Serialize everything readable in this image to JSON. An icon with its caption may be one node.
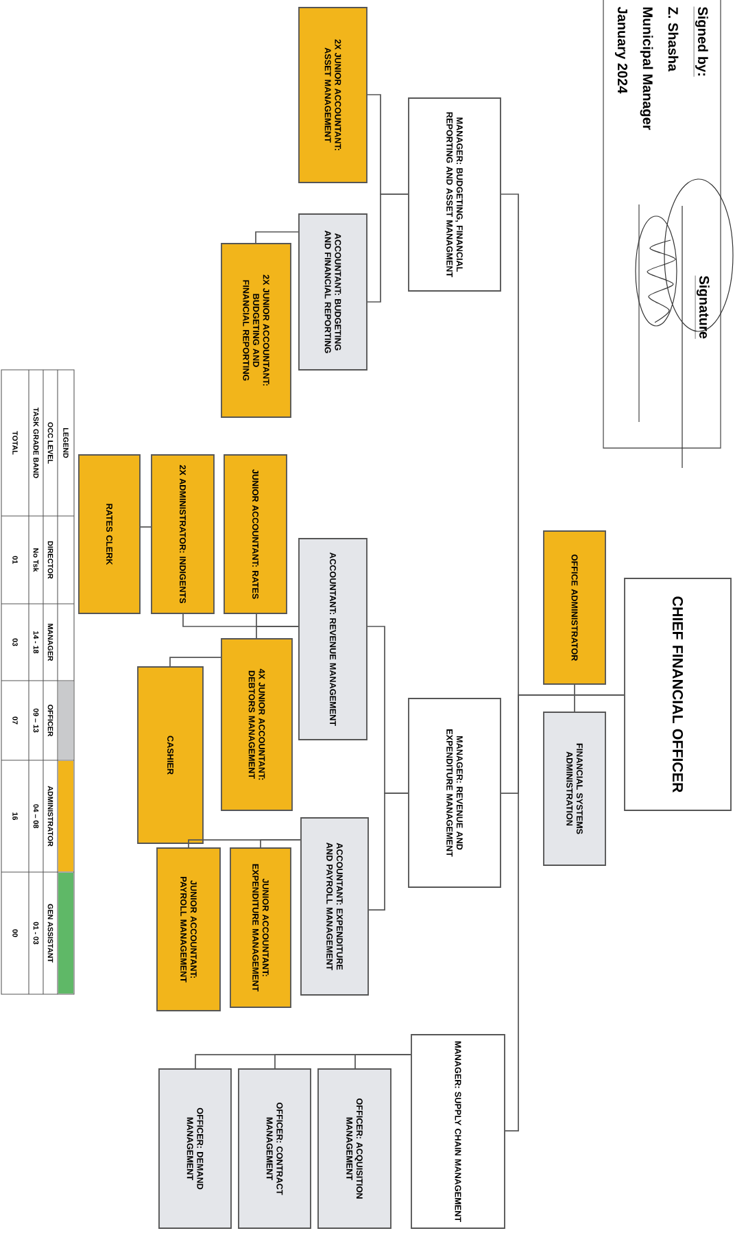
{
  "diagram": {
    "nodes": [
      {
        "text": [
          "CHIEF FINANCIAL OFFICER"
        ]
      },
      {
        "text": [
          "OFFICE ADMINISTRATOR"
        ]
      },
      {
        "text": [
          "FINANCIAL SYSTEMS ADMINISTRATION"
        ]
      },
      {
        "text": [
          "MANAGER: BUDGETING, FINANCIAL REPORTING AND ASSET MANAGMENT"
        ]
      },
      {
        "text": [
          "2X JUNIOR ACCOUNTANT: ASSET MANAGEMENT"
        ]
      },
      {
        "text": [
          "ACCOUNTANT: BUDGETING AND FINANCIAL REPORTING"
        ]
      },
      {
        "text": [
          "2X JUNIOR ACCOUNTANT: BUDGETING AND FINANCIAL REPORTING"
        ]
      },
      {
        "text": [
          "MANAGER: REVENUE AND EXPENDITURE MANAGEMENT"
        ]
      },
      {
        "text": [
          "ACCOUNTANT: REVENUE MANAGEMENT"
        ]
      },
      {
        "text": [
          "JUNIOR ACCOUNTANT: RATES"
        ]
      },
      {
        "text": [
          "2X ADMINISTRATOR: INDIGENTS"
        ]
      },
      {
        "text": [
          "RATES CLERK"
        ]
      },
      {
        "text": [
          "4X JUNIOR ACCOUNTANT: DEBTORS MANAGEMENT"
        ]
      },
      {
        "text": [
          "CASHIER"
        ]
      },
      {
        "text": [
          "ACCOUNTANT: EXPENDITURE AND PAYROLL MANAGEMENT"
        ]
      },
      {
        "text": [
          "JUNIOR ACCOUNTANT: EXPENDITURE MANAGEMENT"
        ]
      },
      {
        "text": [
          "JUNIOR ACCOUNTANT: PAYROLL MANAGEMENT"
        ]
      },
      {
        "text": [
          "MANAGER: SUPPLY CHAIN MANAGEMENT"
        ]
      },
      {
        "text": [
          "OFFICER: ACQUISITION MANAGEMENT"
        ]
      },
      {
        "text": [
          "OFFICER: CONTRACT MANAGEMENT"
        ]
      },
      {
        "text": [
          "OFFICER: DEMAND MANAGEMENT"
        ]
      }
    ],
    "edges": [
      {
        "from": 0,
        "to": 1,
        "arrow": "none"
      },
      {
        "from": 0,
        "to": 2,
        "arrow": "none"
      },
      {
        "from": 0,
        "to": 3,
        "arrow": "none"
      },
      {
        "from": 0,
        "to": 7,
        "arrow": "none"
      },
      {
        "from": 0,
        "to": 17,
        "arrow": "none"
      },
      {
        "from": 3,
        "to": 4,
        "arrow": "none"
      },
      {
        "from": 3,
        "to": 5,
        "arrow": "none"
      },
      {
        "from": 5,
        "to": 6,
        "arrow": "none"
      },
      {
        "from": 7,
        "to": 8,
        "arrow": "none"
      },
      {
        "from": 7,
        "to": 14,
        "arrow": "none"
      },
      {
        "from": 8,
        "to": 9,
        "arrow": "none"
      },
      {
        "from": 8,
        "to": 10,
        "arrow": "none"
      },
      {
        "from": 8,
        "to": 12,
        "arrow": "none"
      },
      {
        "from": 10,
        "to": 11,
        "arrow": "none"
      },
      {
        "from": 12,
        "to": 13,
        "arrow": "none"
      },
      {
        "from": 14,
        "to": 15,
        "arrow": "none"
      },
      {
        "from": 14,
        "to": 16,
        "arrow": "none"
      },
      {
        "from": 17,
        "to": 18,
        "arrow": "none"
      },
      {
        "from": 17,
        "to": 19,
        "arrow": "none"
      },
      {
        "from": 17,
        "to": 20,
        "arrow": "none"
      }
    ],
    "labels": [
      "Signed by:",
      "Z. Shasha",
      "Municipal Manager",
      "January 2024",
      "Signature",
      "LEGEND",
      "OCC LEVEL",
      "TASK GRADE BAND",
      "No Tsk",
      "14 - 18",
      "09 – 13",
      "04 – 08",
      "01 - 03",
      "TOTAL",
      "01",
      "03",
      "07",
      "16",
      "00"
    ],
    "legend": [
      {
        "text": "DIRECTOR",
        "color": "#ffffff"
      },
      {
        "text": "MANAGER",
        "color": "#ffffff"
      },
      {
        "text": "OFFICER",
        "color": "#c9cacc"
      },
      {
        "text": "ADMINISTRATOR",
        "color": "#f2b51b"
      },
      {
        "text": "GEN ASSISTANT",
        "color": "#5fb867"
      }
    ]
  }
}
